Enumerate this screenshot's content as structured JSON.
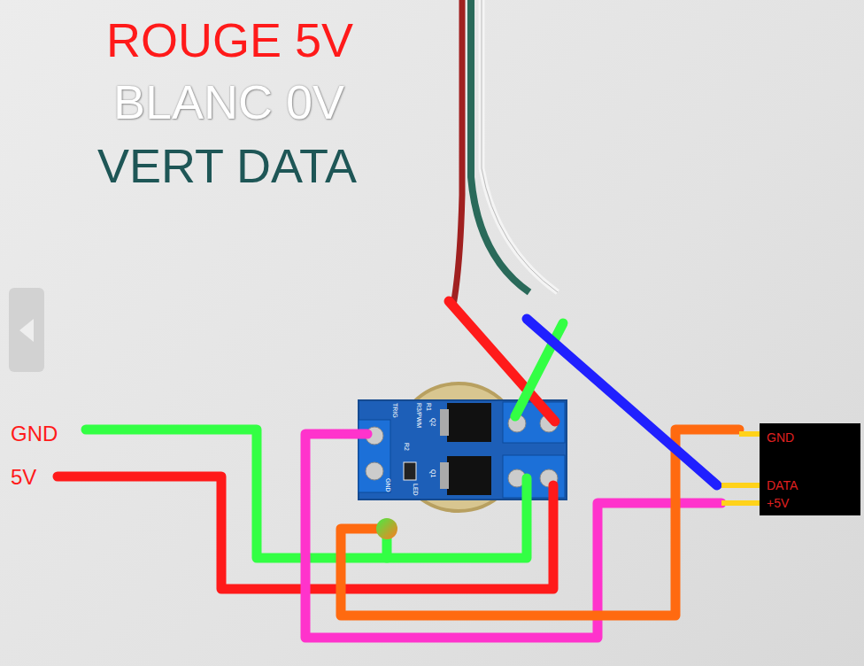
{
  "diagram": {
    "nodes": [
      {
        "text": [
          "GND",
          "DATA",
          "+5V"
        ]
      }
    ],
    "labels": [
      "ROUGE 5V",
      "BLANC 0V",
      "VERT DATA",
      "GND",
      "5V",
      "TRIG",
      "R3/PWM",
      "R1",
      "R2",
      "Q2",
      "Q1",
      "LED",
      "GND"
    ]
  }
}
